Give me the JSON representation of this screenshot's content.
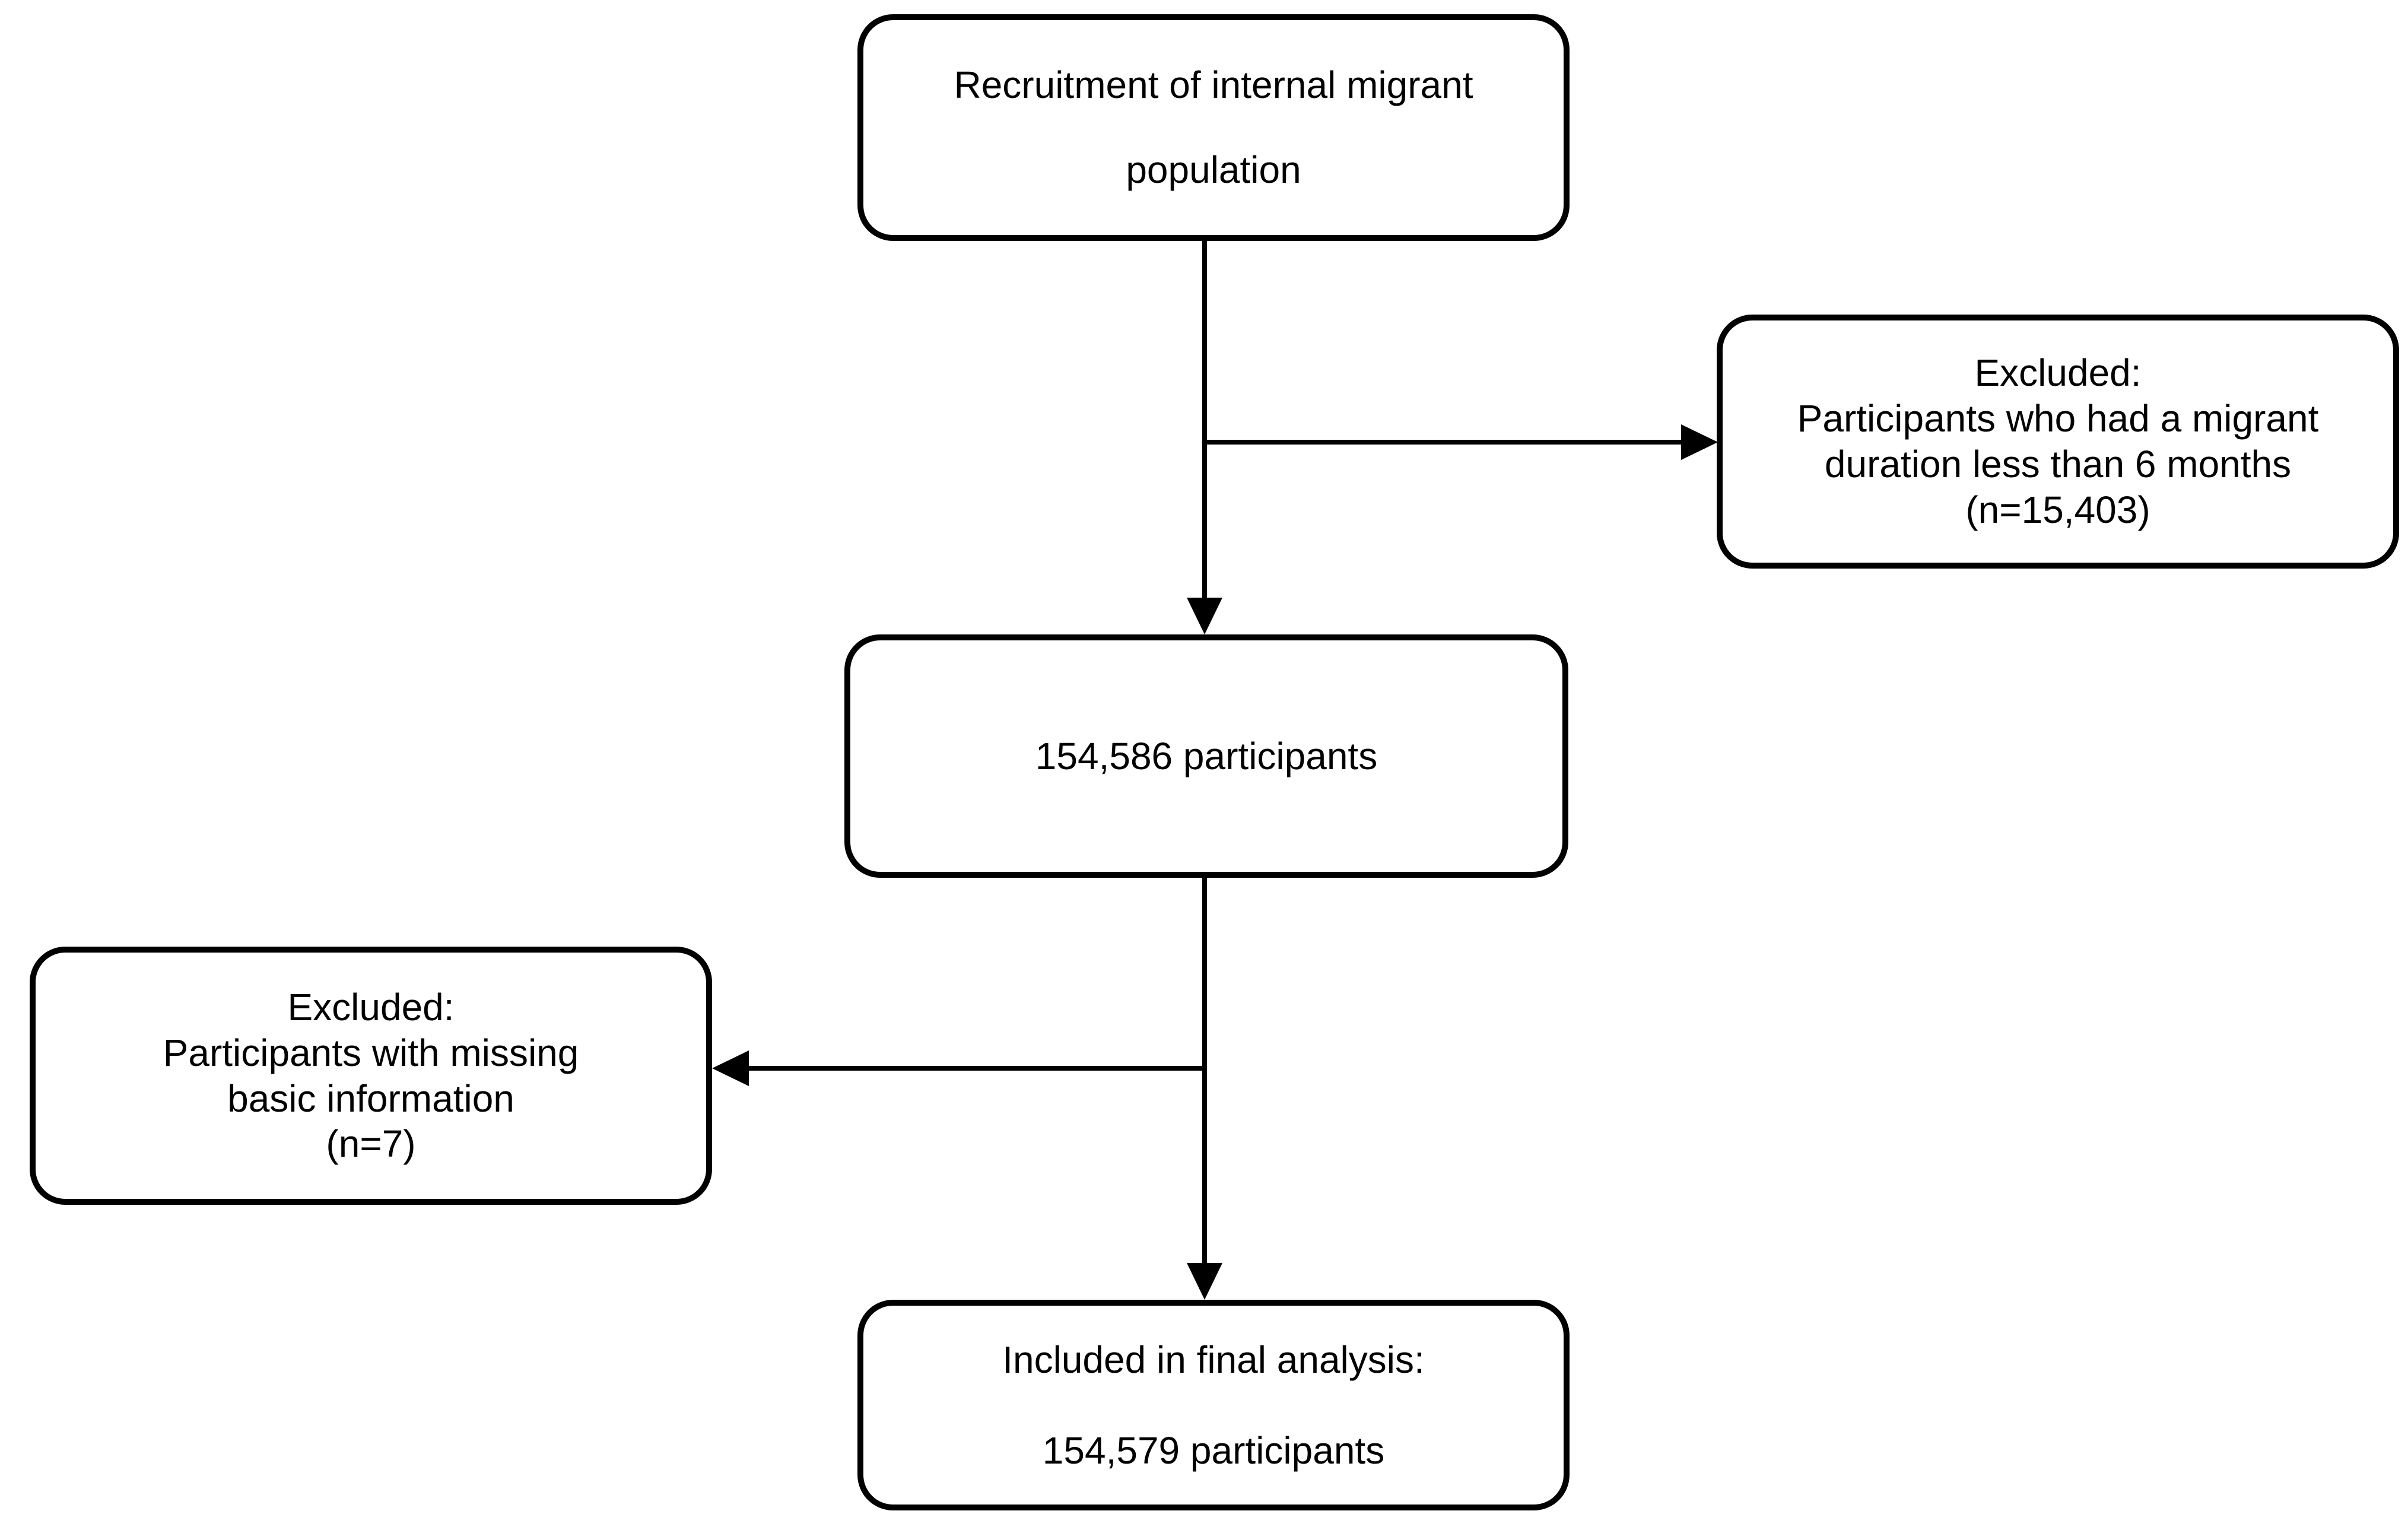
{
  "figure": {
    "type": "participant-flow-diagram",
    "colors": {
      "background": "#ffffff",
      "border": "#000000",
      "text": "#000000",
      "arrow": "#000000"
    },
    "boxes": {
      "recruitment": {
        "lines": [
          "Recruitment of internal migrant",
          "population"
        ]
      },
      "excluded_duration": {
        "lines": [
          "Excluded:",
          "Participants who had a migrant",
          "duration less than 6 months",
          "(n=15,403)"
        ]
      },
      "participants": {
        "lines": [
          "154,586 participants"
        ]
      },
      "excluded_missing": {
        "lines": [
          "Excluded:",
          "Participants with missing",
          "basic information",
          "(n=7)"
        ]
      },
      "final_analysis": {
        "lines": [
          "Included in final analysis:",
          "154,579 participants"
        ]
      }
    },
    "edges": [
      {
        "from": "recruitment",
        "to": "participants",
        "direction": "down"
      },
      {
        "from": "recruitment",
        "to": "excluded_duration",
        "direction": "right-branch"
      },
      {
        "from": "participants",
        "to": "final_analysis",
        "direction": "down"
      },
      {
        "from": "participants",
        "to": "excluded_missing",
        "direction": "left-branch"
      }
    ]
  }
}
